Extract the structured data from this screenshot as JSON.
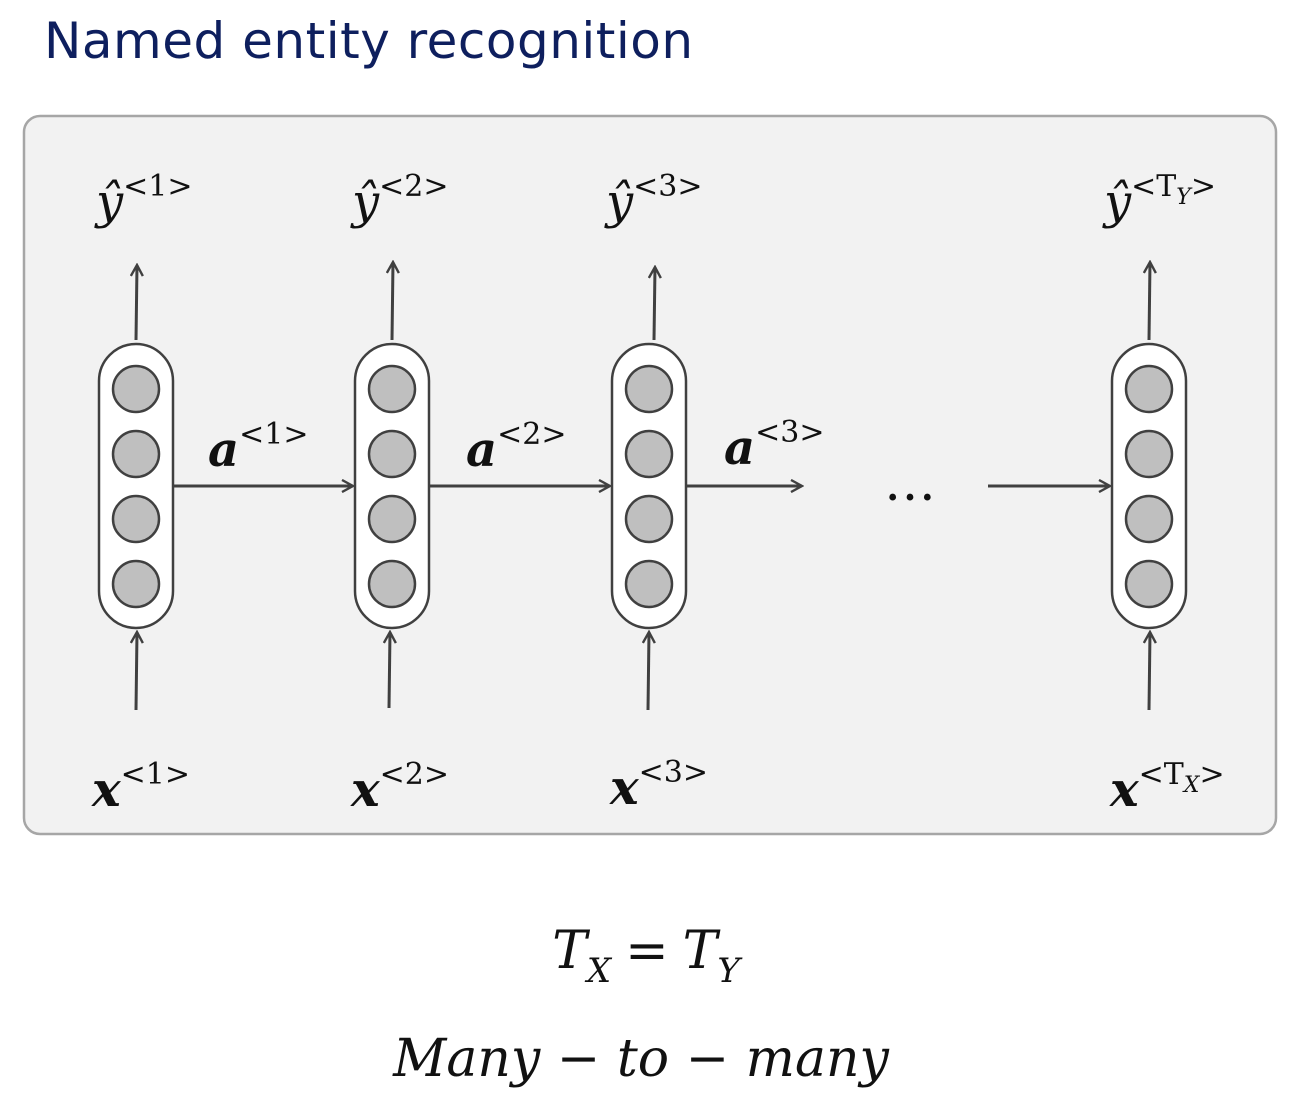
{
  "title": "Named entity recognition",
  "diagram": {
    "outputs": [
      {
        "base": "ŷ",
        "sup": "<1>"
      },
      {
        "base": "ŷ",
        "sup": "<2>"
      },
      {
        "base": "ŷ",
        "sup": "<3>"
      },
      {
        "base": "ŷ",
        "sup_pre": "<T",
        "sup_sub": "Y",
        "sup_post": ">"
      }
    ],
    "inputs": [
      {
        "base": "x",
        "sup": "<1>"
      },
      {
        "base": "x",
        "sup": "<2>"
      },
      {
        "base": "x",
        "sup": "<3>"
      },
      {
        "base": "x",
        "sup_pre": "<T",
        "sup_sub": "X",
        "sup_post": ">"
      }
    ],
    "activations": [
      {
        "base": "a",
        "sup": "<1>"
      },
      {
        "base": "a",
        "sup": "<2>"
      },
      {
        "base": "a",
        "sup": "<3>"
      }
    ],
    "ellipsis": "…",
    "colors": {
      "panel": "#f2f2f2",
      "panel_border": "#a6a6a6",
      "node_fill": "#bfbfbf",
      "stroke": "#404040"
    }
  },
  "equation": {
    "lhs": "T",
    "lhs_sub": "X",
    "op": "=",
    "rhs": "T",
    "rhs_sub": "Y"
  },
  "caption": "Many − to − many"
}
